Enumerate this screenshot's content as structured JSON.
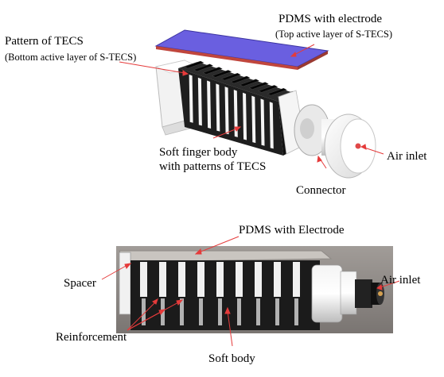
{
  "top_diagram": {
    "pdms_label": "PDMS with electrode",
    "pdms_sub": "(Top active layer of S-TECS)",
    "pattern_label": "Pattern of TECS",
    "pattern_sub": "(Bottom active layer of S-TECS)",
    "body_label_1": "Soft finger body",
    "body_label_2": "with patterns of TECS",
    "air_label": "Air inlet",
    "connector_label": "Connector"
  },
  "bottom_photo": {
    "pdms_label": "PDMS with Electrode",
    "spacer_label": "Spacer",
    "air_label": "Air inlet",
    "reinforcement_label": "Reinforcement",
    "softbody_label": "Soft body"
  },
  "colors": {
    "pdms_layer": "#6a5fe0",
    "pdms_edge": "#c0463d",
    "arrow": "#e53b3b",
    "fin_black": "#1a1a1a",
    "photo_bg": "#8c8886"
  }
}
